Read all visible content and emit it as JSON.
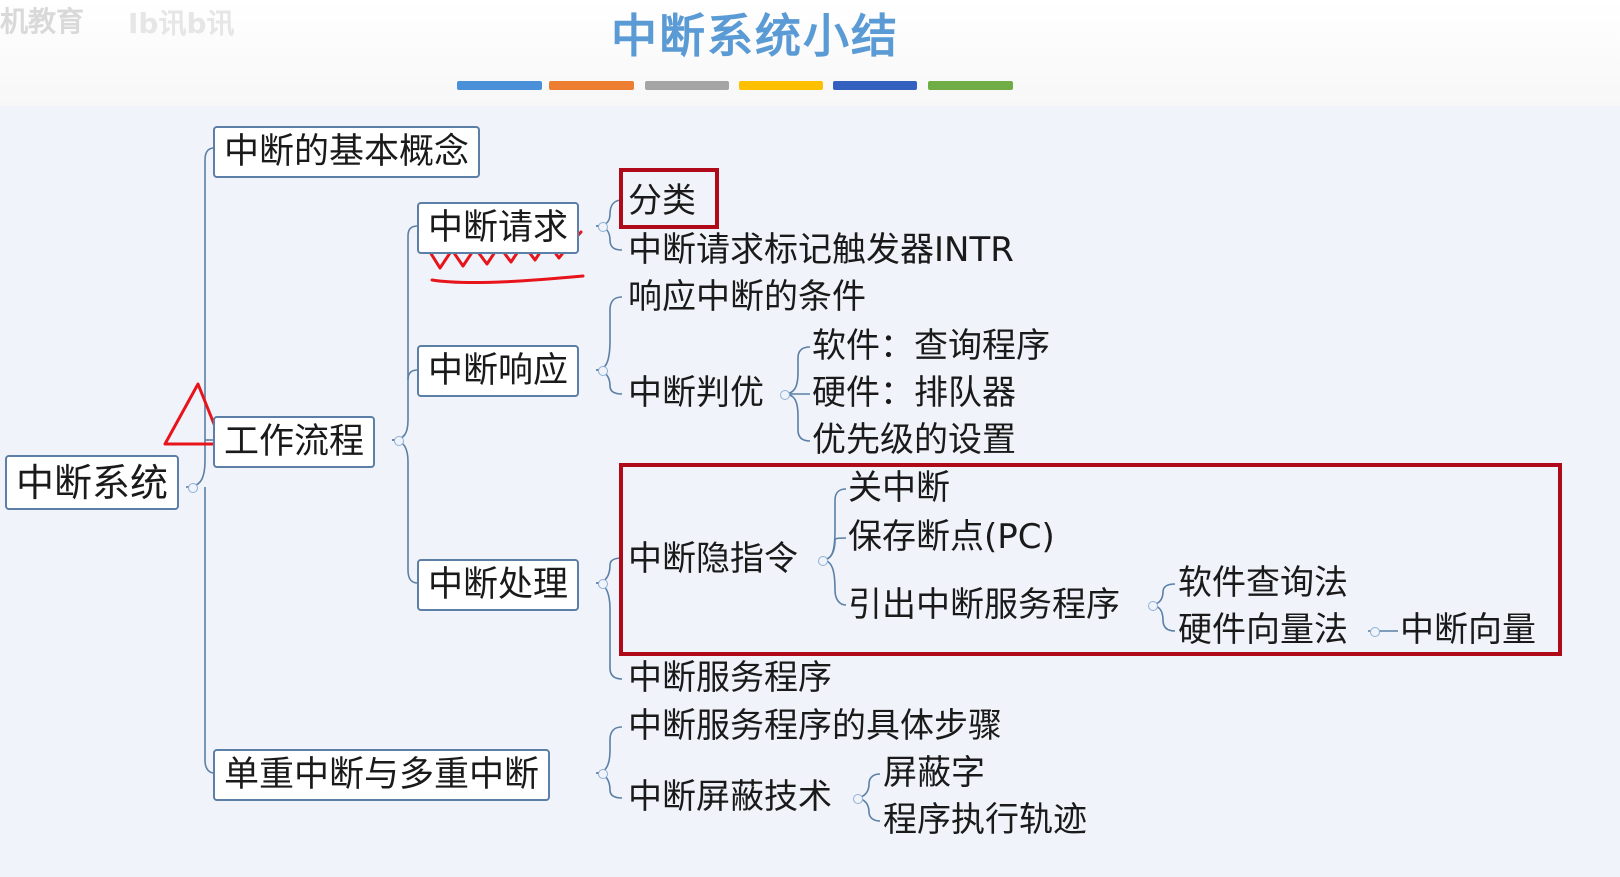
{
  "header": {
    "watermark": "机教育",
    "watermark_logo": "Ib讯b讯",
    "title": "中断系统小结",
    "color_bars": [
      "#4a90d9",
      "#ed7d31",
      "#a5a5a5",
      "#ffc000",
      "#3460c0",
      "#70ad47"
    ]
  },
  "mindmap": {
    "root": "中断系统",
    "level1": {
      "basic_concept": "中断的基本概念",
      "workflow": "工作流程",
      "single_multi": "单重中断与多重中断"
    },
    "workflow_children": {
      "request": "中断请求",
      "response": "中断响应",
      "processing": "中断处理"
    },
    "request_children": {
      "classify": "分类",
      "flipflop": "中断请求标记触发器INTR"
    },
    "response_children": {
      "conditions": "响应中断的条件",
      "priority": "中断判优"
    },
    "priority_children": {
      "software": "软件：查询程序",
      "hardware": "硬件：排队器",
      "setting": "优先级的设置"
    },
    "processing_children": {
      "implicit": "中断隐指令",
      "service": "中断服务程序"
    },
    "implicit_children": {
      "disable": "关中断",
      "save_pc": "保存断点(PC)",
      "lead_out": "引出中断服务程序"
    },
    "leadout_children": {
      "soft_query": "软件查询法",
      "hw_vector": "硬件向量法"
    },
    "vector": "中断向量",
    "single_multi_children": {
      "steps": "中断服务程序的具体步骤",
      "masking": "中断屏蔽技术"
    },
    "masking_children": {
      "mask_word": "屏蔽字",
      "trace": "程序执行轨迹"
    }
  },
  "colors": {
    "title": "#5b9bd5",
    "connector": "#5b7fa6",
    "highlight_box": "#b00a1a",
    "annotation": "#e8141b"
  }
}
